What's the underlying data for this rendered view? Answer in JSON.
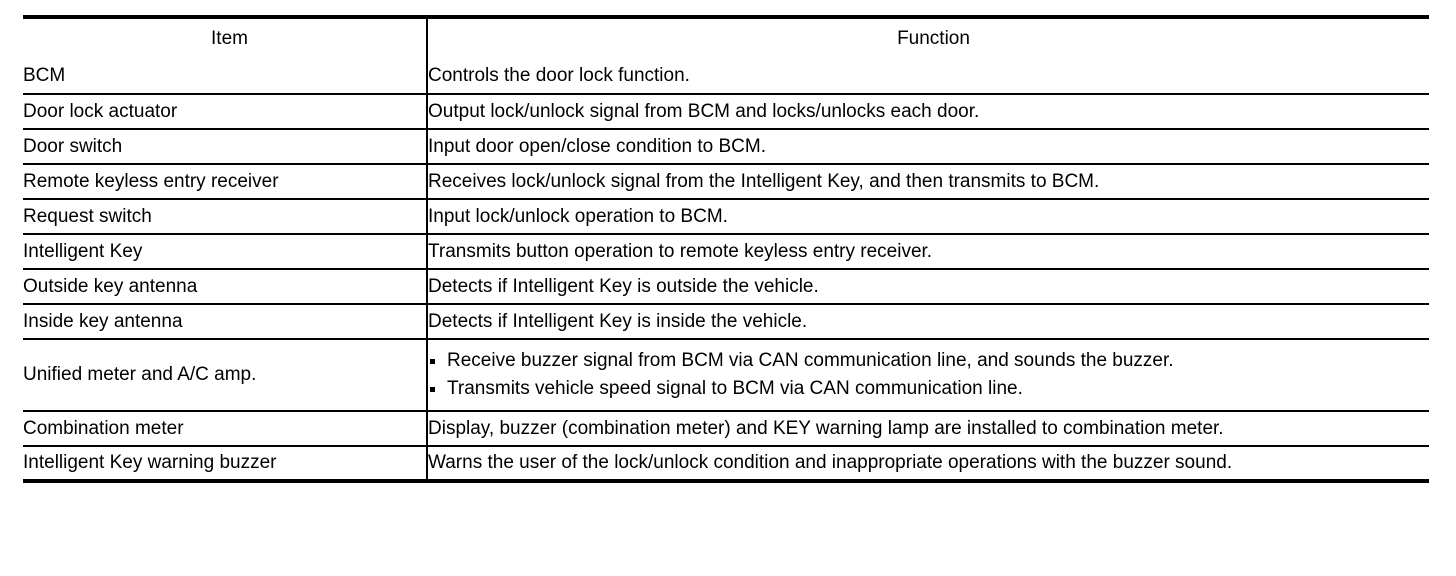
{
  "table": {
    "headers": {
      "item": "Item",
      "function": "Function"
    },
    "rows": [
      {
        "item": "BCM",
        "function": "Controls the door lock function."
      },
      {
        "item": "Door lock actuator",
        "function": "Output lock/unlock signal from BCM and locks/unlocks each door."
      },
      {
        "item": "Door switch",
        "function": "Input door open/close condition to BCM."
      },
      {
        "item": "Remote keyless entry receiver",
        "function": "Receives lock/unlock signal from the Intelligent Key, and then transmits to BCM."
      },
      {
        "item": "Request switch",
        "function": "Input lock/unlock operation to BCM."
      },
      {
        "item": "Intelligent Key",
        "function": "Transmits button operation to remote keyless entry receiver."
      },
      {
        "item": "Outside key antenna",
        "function": "Detects if Intelligent Key is outside the vehicle."
      },
      {
        "item": "Inside key antenna",
        "function": "Detects if Intelligent Key is inside the vehicle."
      },
      {
        "item": "Unified meter and A/C amp.",
        "function_bullets": [
          "Receive buzzer signal from BCM via CAN communication line, and sounds the buzzer.",
          "Transmits vehicle speed signal to BCM via CAN communication line."
        ]
      },
      {
        "item": "Combination meter",
        "function": "Display, buzzer (combination meter) and KEY warning lamp are installed to combination meter."
      },
      {
        "item": "Intelligent Key warning buzzer",
        "function": "Warns the user of the lock/unlock condition and inappropriate operations with the buzzer sound."
      }
    ]
  },
  "colors": {
    "text": "#000000",
    "background": "#ffffff",
    "rule": "#000000"
  }
}
